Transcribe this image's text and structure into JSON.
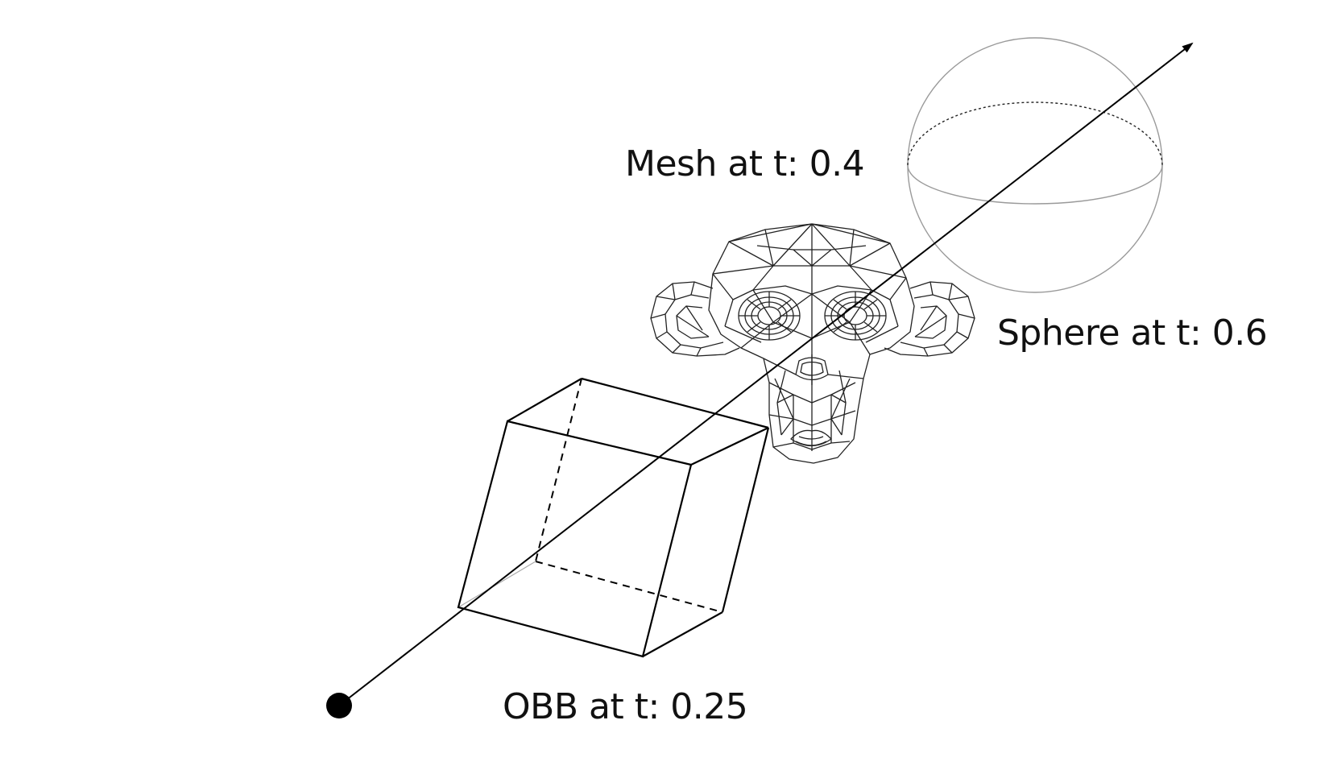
{
  "diagram": {
    "labels": {
      "mesh": "Mesh at t: 0.4",
      "sphere": "Sphere at t: 0.6",
      "obb": "OBB at t: 0.25"
    },
    "colors": {
      "ink": "#000000",
      "sphere_stroke": "#9a9a9a",
      "mesh_stroke": "#222222"
    },
    "objects": [
      "ray-origin",
      "ray",
      "obb-box",
      "monkey-mesh",
      "bounding-sphere"
    ]
  }
}
